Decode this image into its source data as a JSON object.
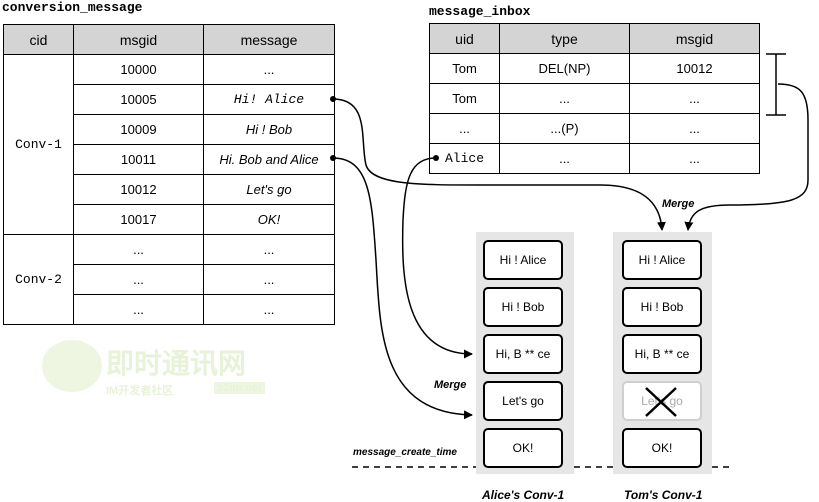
{
  "conversion_message": {
    "title": "conversion_message",
    "headers": [
      "cid",
      "msgid",
      "message"
    ],
    "groups": [
      {
        "cid": "Conv-1",
        "rows": [
          {
            "msgid": "10000",
            "message": "..."
          },
          {
            "msgid": "10005",
            "message": "Hi! Alice"
          },
          {
            "msgid": "10009",
            "message": "Hi ! Bob"
          },
          {
            "msgid": "10011",
            "message": "Hi. Bob and Alice"
          },
          {
            "msgid": "10012",
            "message": "Let's go"
          },
          {
            "msgid": "10017",
            "message": "OK!"
          }
        ]
      },
      {
        "cid": "Conv-2",
        "rows": [
          {
            "msgid": "...",
            "message": "..."
          },
          {
            "msgid": "...",
            "message": "..."
          },
          {
            "msgid": "...",
            "message": "..."
          }
        ]
      }
    ]
  },
  "message_inbox": {
    "title": "message_inbox",
    "headers": [
      "uid",
      "type",
      "msgid"
    ],
    "rows": [
      {
        "uid": "Tom",
        "type": "DEL(NP)",
        "msgid": "10012"
      },
      {
        "uid": "Tom",
        "type": "...",
        "msgid": "..."
      },
      {
        "uid": "...",
        "type": "...(P)",
        "msgid": "..."
      },
      {
        "uid": "Alice",
        "type": "...",
        "msgid": "..."
      }
    ]
  },
  "alice_conv": {
    "label": "Alice's Conv-1",
    "cards": [
      "Hi ! Alice",
      "Hi ! Bob",
      "Hi, B ** ce",
      "Let's go",
      "OK!"
    ]
  },
  "tom_conv": {
    "label": "Tom's Conv-1",
    "cards": [
      "Hi ! Alice",
      "Hi ! Bob",
      "Hi, B ** ce",
      "Let's go",
      "OK!"
    ]
  },
  "labels": {
    "merge_top": "Merge",
    "merge_left": "Merge",
    "create_time": "message_create_time"
  },
  "watermark": {
    "brand": "即时通讯网",
    "sub": "IM开发者社区",
    "site": "52im.net"
  }
}
